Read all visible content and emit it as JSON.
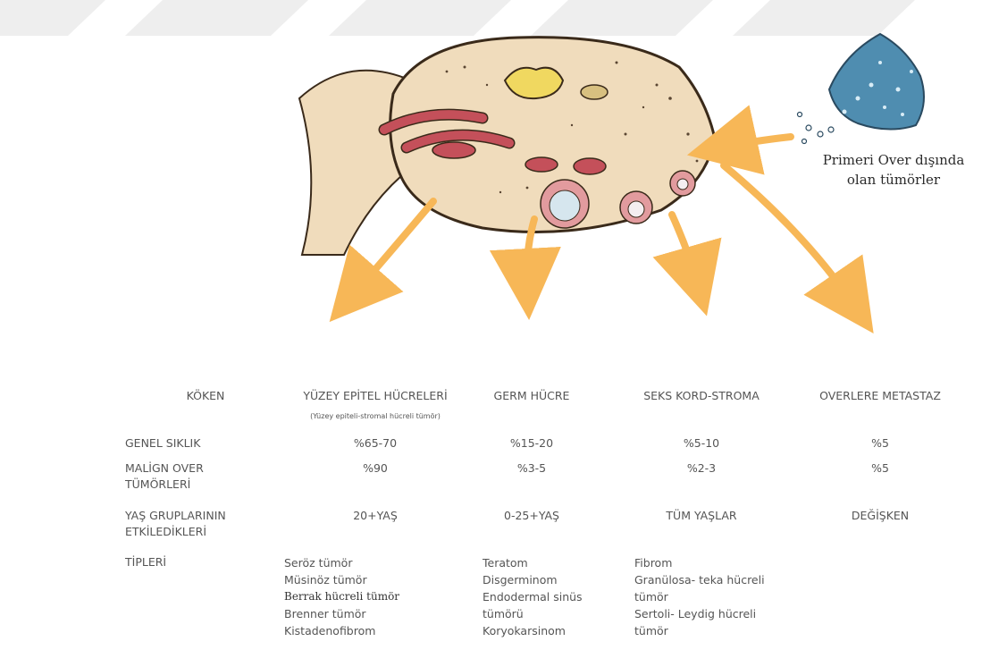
{
  "external_label": {
    "line1": "Primeri Over dışında",
    "line2": "olan tümörler"
  },
  "table": {
    "headers": {
      "origin": "KÖKEN",
      "surface": "YÜZEY EPİTEL HÜCRELERİ",
      "surface_note": "(Yüzey epiteli-stromal hücreli tümör)",
      "germ": "GERM HÜCRE",
      "sex_cord": "SEKS KORD-STROMA",
      "metastasis": "OVERLERE METASTAZ"
    },
    "rows": {
      "frequency": {
        "label": "GENEL SIKLIK",
        "surface": "%65-70",
        "germ": "%15-20",
        "sex_cord": "%5-10",
        "metastasis": "%5"
      },
      "malignant": {
        "label_line1": "MALİGN OVER",
        "label_line2": "TÜMÖRLERİ",
        "surface": "%90",
        "germ": "%3-5",
        "sex_cord": "%2-3",
        "metastasis": "%5"
      },
      "age": {
        "label_line1": "YAŞ GRUPLARININ",
        "label_line2": "ETKİLEDİKLERİ",
        "surface": "20+YAŞ",
        "germ": "0-25+YAŞ",
        "sex_cord": "TÜM YAŞLAR",
        "metastasis": "DEĞİŞKEN"
      },
      "types": {
        "label": "TİPLERİ",
        "surface": [
          "Seröz tümör",
          "Müsinöz tümör",
          "Berrak hücreli tümör",
          "Brenner tümör",
          "Kistadenofibrom"
        ],
        "germ": [
          "Teratom",
          "Disgerminom",
          "Endodermal sinüs",
          "tümörü",
          "Koryokarsinom"
        ],
        "sex_cord": [
          "Fibrom",
          "Granülosa- teka hücreli",
          "tümör",
          "Sertoli- Leydig hücreli",
          "tümör"
        ]
      }
    }
  },
  "colors": {
    "ovary_fill": "#f0dcbc",
    "ovary_stroke": "#3a2a1a",
    "vessel": "#c4505a",
    "follicle_ring": "#e29b9e",
    "corpus_yellow": "#f0d860",
    "arrow": "#f7b757",
    "cluster": "#4f8db0",
    "watermark": "#eeeeee"
  }
}
